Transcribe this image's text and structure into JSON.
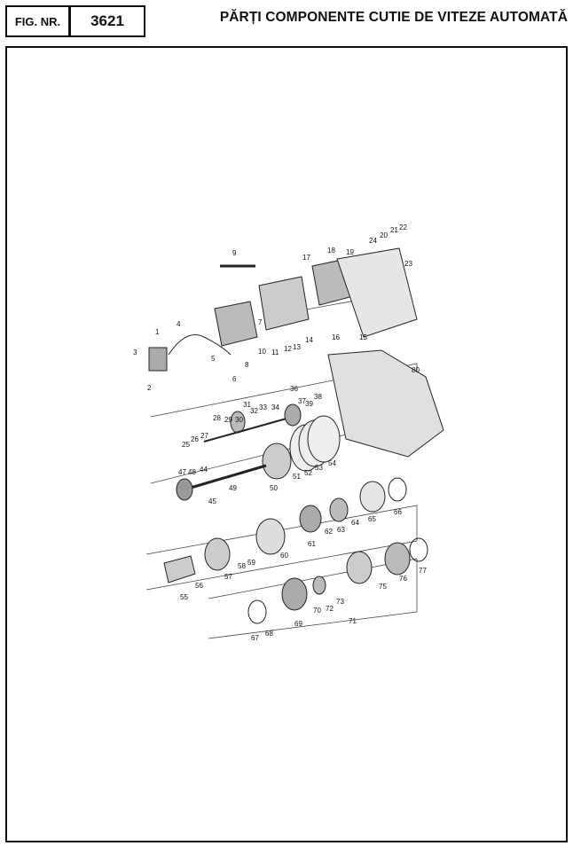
{
  "header": {
    "fig_label": "FIG. NR.",
    "fig_number": "3621",
    "title": "PĂRȚI COMPONENTE CUTIE DE VITEZE AUTOMATĂ"
  },
  "callouts": [
    "1",
    "2",
    "3",
    "4",
    "5",
    "6",
    "7",
    "8",
    "9",
    "10",
    "11",
    "12",
    "13",
    "14",
    "15",
    "16",
    "17",
    "18",
    "19",
    "20",
    "21",
    "22",
    "23",
    "24",
    "25",
    "26",
    "27",
    "28",
    "29",
    "30",
    "31",
    "32",
    "33",
    "34",
    "36",
    "37",
    "38",
    "39",
    "44",
    "45",
    "47",
    "48",
    "49",
    "50",
    "51",
    "52",
    "53",
    "54",
    "55",
    "56",
    "57",
    "58",
    "59",
    "60",
    "61",
    "62",
    "63",
    "64",
    "65",
    "66",
    "67",
    "68",
    "69",
    "70",
    "71",
    "72",
    "73",
    "75",
    "76",
    "77",
    "80"
  ]
}
